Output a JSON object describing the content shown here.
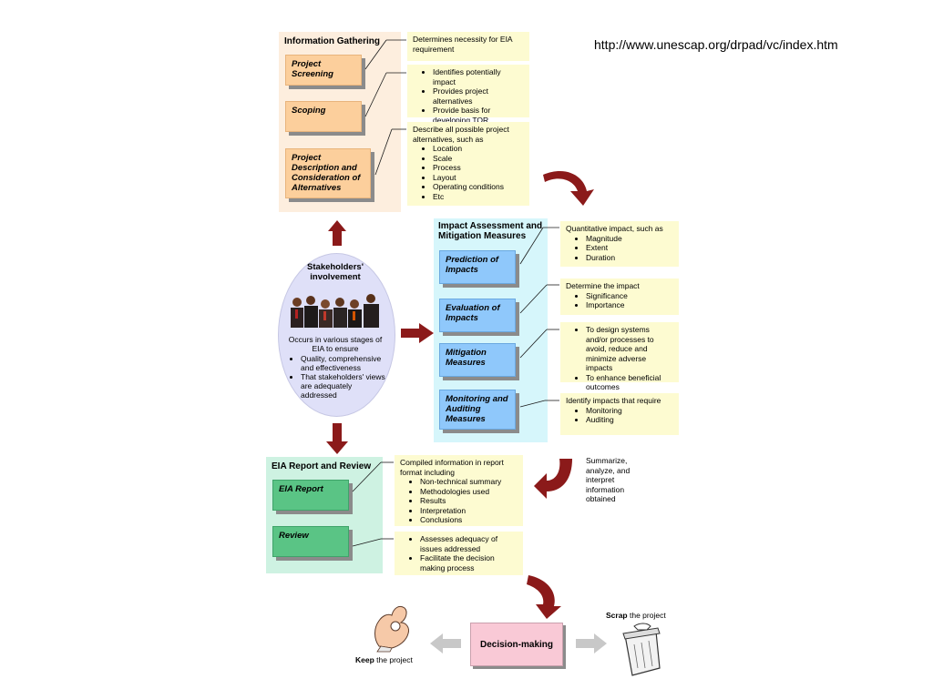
{
  "url": "http://www.unescap.org/drpad/vc/index.htm",
  "info": {
    "title": "Information Gathering",
    "steps": [
      "Project Screening",
      "Scoping",
      "Project Description and Consideration of Alternatives"
    ],
    "note1": "Determines necessity for EIA requirement",
    "note2_items": [
      "Identifies potentially impact",
      "Provides project alternatives",
      "Provide basis for developing TOR"
    ],
    "note3_intro": "Describe all possible project alternatives, such as",
    "note3_items": [
      "Location",
      "Scale",
      "Process",
      "Layout",
      "Operating conditions",
      "Etc"
    ]
  },
  "stake": {
    "title": "Stakeholders' involvement",
    "text": "Occurs in various stages of EIA to ensure",
    "items": [
      "Quality, comprehensive and effectiveness",
      "That stakeholders' views are adequately addressed"
    ]
  },
  "impact": {
    "title": "Impact Assessment and Mitigation Measures",
    "steps": [
      "Prediction of Impacts",
      "Evaluation of Impacts",
      "Mitigation Measures",
      "Monitoring and Auditing Measures"
    ],
    "note1_intro": "Quantitative impact, such as",
    "note1_items": [
      "Magnitude",
      "Extent",
      "Duration"
    ],
    "note2_intro": "Determine the impact",
    "note2_items": [
      "Significance",
      "Importance"
    ],
    "note3_items": [
      "To design systems and/or processes to avoid, reduce and minimize adverse impacts",
      "To enhance beneficial outcomes"
    ],
    "note4_intro": "Identify impacts that require",
    "note4_items": [
      "Monitoring",
      "Auditing"
    ]
  },
  "summarize": "Summarize, analyze, and interpret information obtained",
  "report": {
    "title": "EIA Report and Review",
    "steps": [
      "EIA Report",
      "Review"
    ],
    "note1_intro": "Compiled information in report format including",
    "note1_items": [
      "Non-technical summary",
      "Methodologies used",
      "Results",
      "Interpretation",
      "Conclusions"
    ],
    "note2_items": [
      "Assesses adequacy of issues addressed",
      "Facilitate the decision making process"
    ]
  },
  "decision": {
    "label": "Decision-making",
    "keep_bold": "Keep",
    "keep_rest": " the project",
    "scrap_bold": "Scrap",
    "scrap_rest": " the project"
  },
  "colors": {
    "arrow": "#8b1a1a",
    "peach_panel": "#fdeede",
    "cyan_panel": "#d6f6fb",
    "green_panel": "#cef2e2",
    "note": "#fdfbd1"
  }
}
